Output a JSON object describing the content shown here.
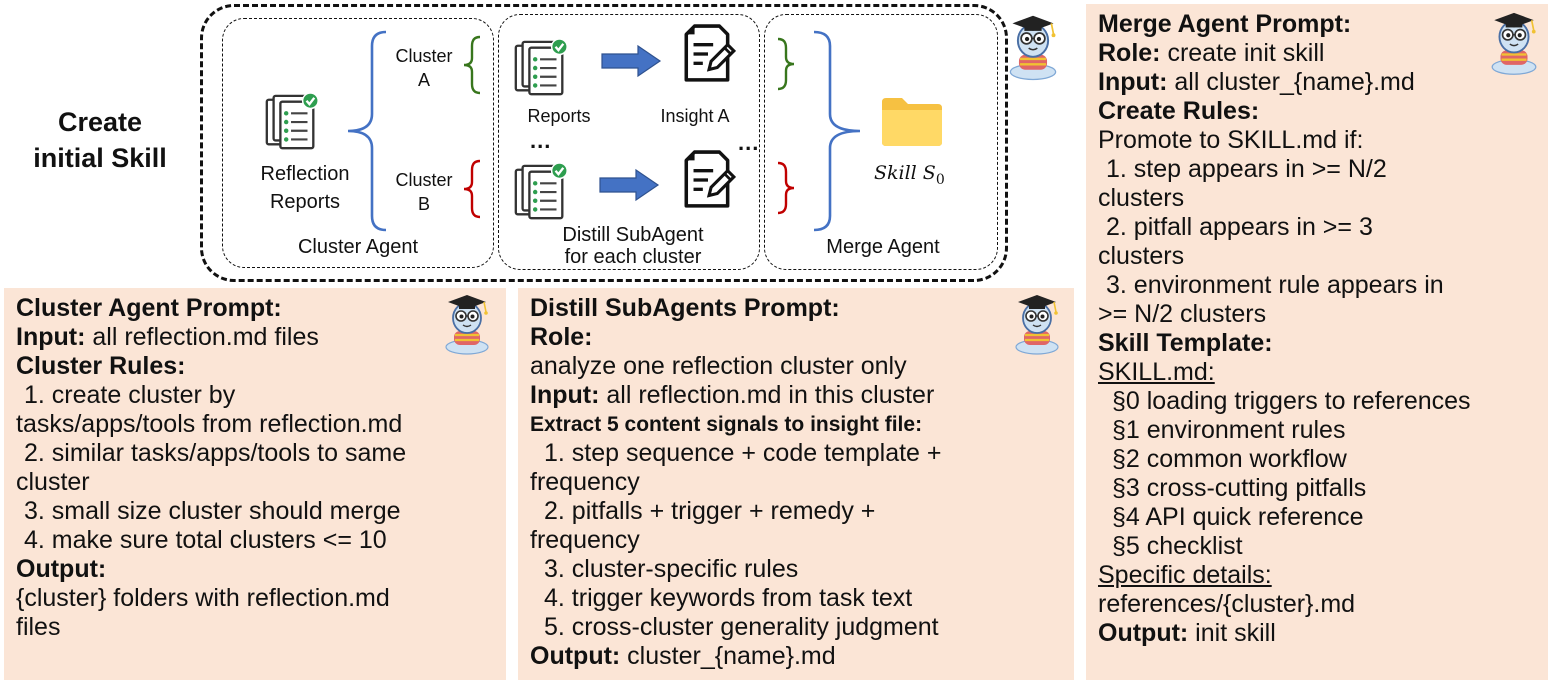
{
  "diagram": {
    "title_line1": "Create",
    "title_line2": "initial Skill",
    "reflection_reports_line1": "Reflection",
    "reflection_reports_line2": "Reports",
    "cluster_a_line1": "Cluster",
    "cluster_a_line2": "A",
    "cluster_b_line1": "Cluster",
    "cluster_b_line2": "B",
    "cluster_agent": "Cluster Agent",
    "reports": "Reports",
    "insight_a": "Insight A",
    "ellipsis": "...",
    "distill_line1": "Distill SubAgent",
    "distill_line2": "for each cluster",
    "skill_symbol": "Skill S",
    "skill_subscript": "0",
    "merge_agent": "Merge Agent",
    "colors": {
      "blue_brace": "#4472c4",
      "green_brace": "#38761d",
      "red_brace": "#c00000",
      "arrow": "#4472c4",
      "folder": "#ffd966",
      "check": "#2e9e4f"
    }
  },
  "cluster_prompt": {
    "title": "Cluster Agent Prompt:",
    "input_label": "Input:",
    "input_value": " all reflection.md files",
    "rules_title": "Cluster Rules:",
    "rules": [
      "1. create cluster by",
      "tasks/apps/tools from reflection.md",
      "2. similar tasks/apps/tools to same",
      "cluster",
      "3. small size cluster should merge",
      "4. make sure total clusters <= 10"
    ],
    "output_label": "Output:",
    "output_lines": [
      "{cluster} folders with reflection.md",
      "files"
    ]
  },
  "distill_prompt": {
    "title": "Distill SubAgents Prompt:",
    "role_label": "Role:",
    "role_value": "analyze one reflection cluster only",
    "input_label": "Input:",
    "input_value": " all reflection.md in this cluster",
    "extract_title": "Extract 5 content signals to insight file:",
    "items": [
      "1. step sequence + code template +",
      "frequency",
      "2. pitfalls + trigger + remedy +",
      "frequency",
      "3. cluster-specific rules",
      "4. trigger keywords from task text",
      "5. cross-cluster generality judgment"
    ],
    "output_label": "Output:",
    "output_value": " cluster_{name}.md"
  },
  "merge_prompt": {
    "title": "Merge Agent Prompt:",
    "role_label": "Role:",
    "role_value": " create init skill",
    "input_label": "Input:",
    "input_value": " all cluster_{name}.md",
    "create_rules_title": "Create Rules:",
    "promote": "Promote to SKILL.md if:",
    "rules": [
      "1. step appears in >= N/2",
      "clusters",
      "2. pitfall appears in >= 3",
      "clusters",
      "3. environment rule appears in",
      ">= N/2 clusters"
    ],
    "template_title": "Skill Template:",
    "skill_md": "SKILL.md:",
    "sections": [
      "§0 loading triggers to references",
      "§1 environment rules",
      "§2 common workflow",
      "§3 cross-cutting pitfalls",
      "§4 API quick reference",
      "§5 checklist"
    ],
    "specific_details": "Specific details:",
    "references": "references/{cluster}.md",
    "output_label": "Output:",
    "output_value": " init skill"
  }
}
